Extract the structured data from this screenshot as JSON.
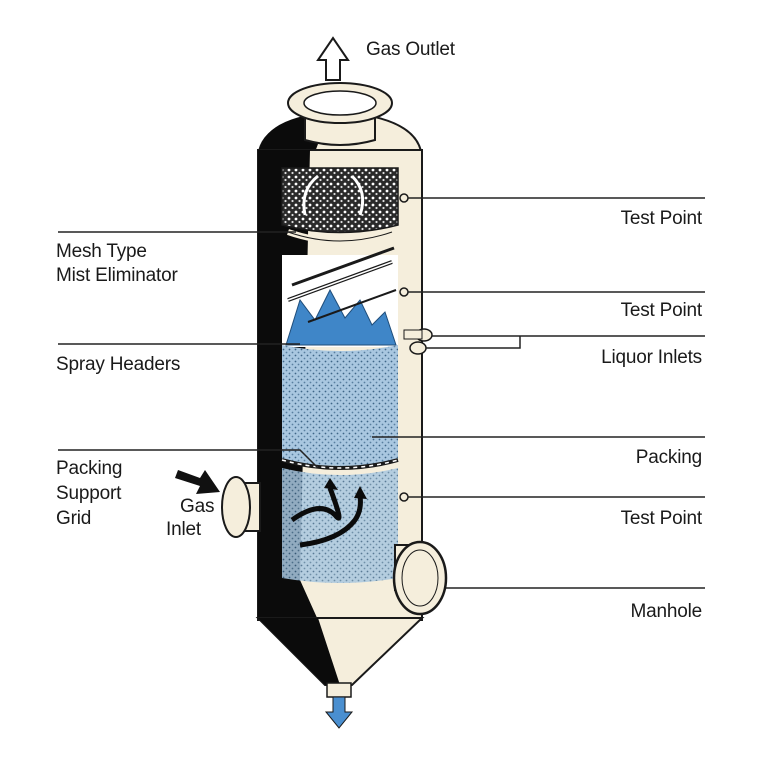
{
  "labels": {
    "gas_outlet": "Gas Outlet",
    "test_point_top": "Test Point",
    "mesh_line1": "Mesh Type",
    "mesh_line2": "Mist Eliminator",
    "test_point_mid": "Test Point",
    "liquor_inlets": "Liquor Inlets",
    "spray_headers": "Spray Headers",
    "packing": "Packing",
    "support_line1": "Packing",
    "support_line2": "Support",
    "support_line3": "Grid",
    "gas_inlet_line1": "Gas",
    "gas_inlet_line2": "Inlet",
    "test_point_low": "Test Point",
    "manhole": "Manhole"
  },
  "colors": {
    "shell_light": "#f5eedc",
    "shell_dark": "#0b0b0b",
    "packing_blue": "#a9c7e0",
    "spray_blue": "#3f86c8",
    "arrow_blue": "#4a8fd0",
    "line": "#222222"
  }
}
